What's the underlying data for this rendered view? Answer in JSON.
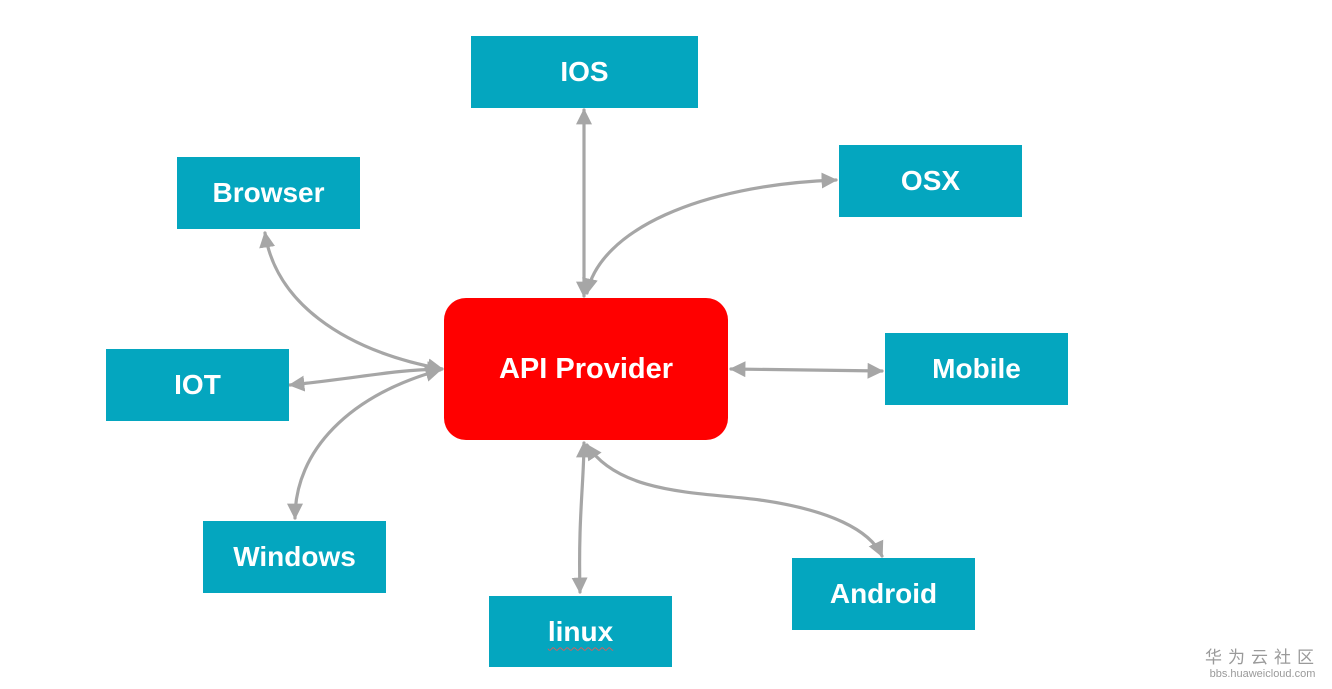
{
  "diagram": {
    "center": {
      "label": "API Provider"
    },
    "nodes": {
      "ios": "IOS",
      "osx": "OSX",
      "browser": "Browser",
      "iot": "IOT",
      "mobile": "Mobile",
      "windows": "Windows",
      "linux": "linux",
      "android": "Android"
    },
    "colors": {
      "node_fill": "#04a6bf",
      "center_fill": "#ff0000",
      "arrow": "#a6a6a6",
      "text": "#ffffff"
    }
  },
  "watermark": {
    "title": "华为云社区",
    "url": "bbs.huaweicloud.com"
  }
}
